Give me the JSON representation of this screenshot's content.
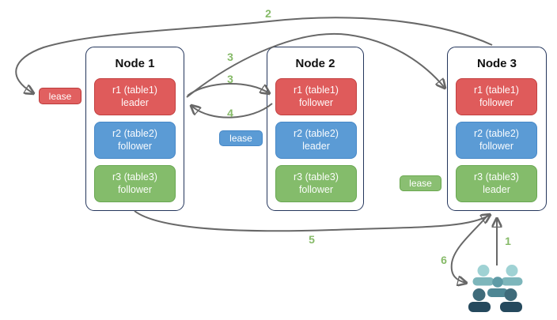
{
  "nodes": [
    {
      "title": "Node 1",
      "ranges": [
        {
          "name": "r1 (table1)",
          "role": "leader",
          "color": "red"
        },
        {
          "name": "r2 (table2)",
          "role": "follower",
          "color": "blue"
        },
        {
          "name": "r3 (table3)",
          "role": "follower",
          "color": "green"
        }
      ]
    },
    {
      "title": "Node 2",
      "ranges": [
        {
          "name": "r1 (table1)",
          "role": "follower",
          "color": "red"
        },
        {
          "name": "r2 (table2)",
          "role": "leader",
          "color": "blue"
        },
        {
          "name": "r3 (table3)",
          "role": "follower",
          "color": "green"
        }
      ]
    },
    {
      "title": "Node 3",
      "ranges": [
        {
          "name": "r1 (table1)",
          "role": "follower",
          "color": "red"
        },
        {
          "name": "r2 (table2)",
          "role": "follower",
          "color": "blue"
        },
        {
          "name": "r3 (table3)",
          "role": "leader",
          "color": "green"
        }
      ]
    }
  ],
  "leases": [
    {
      "label": "lease",
      "color": "red"
    },
    {
      "label": "lease",
      "color": "blue"
    },
    {
      "label": "lease",
      "color": "green"
    }
  ],
  "step_labels": {
    "s1": "1",
    "s2": "2",
    "s3a": "3",
    "s3b": "3",
    "s4": "4",
    "s5": "5",
    "s6": "6"
  },
  "icons": {
    "users_group": "👥"
  },
  "colors": {
    "range_red": "#df5b5b",
    "range_blue": "#5b9bd5",
    "range_green": "#84bc6b",
    "node_border": "#24365c",
    "arrow": "#686868",
    "step_number": "#86ba68",
    "users_light_teal": "#9fd2d4",
    "users_mid_teal": "#5e9ba6",
    "users_dark_navy": "#25495d"
  }
}
